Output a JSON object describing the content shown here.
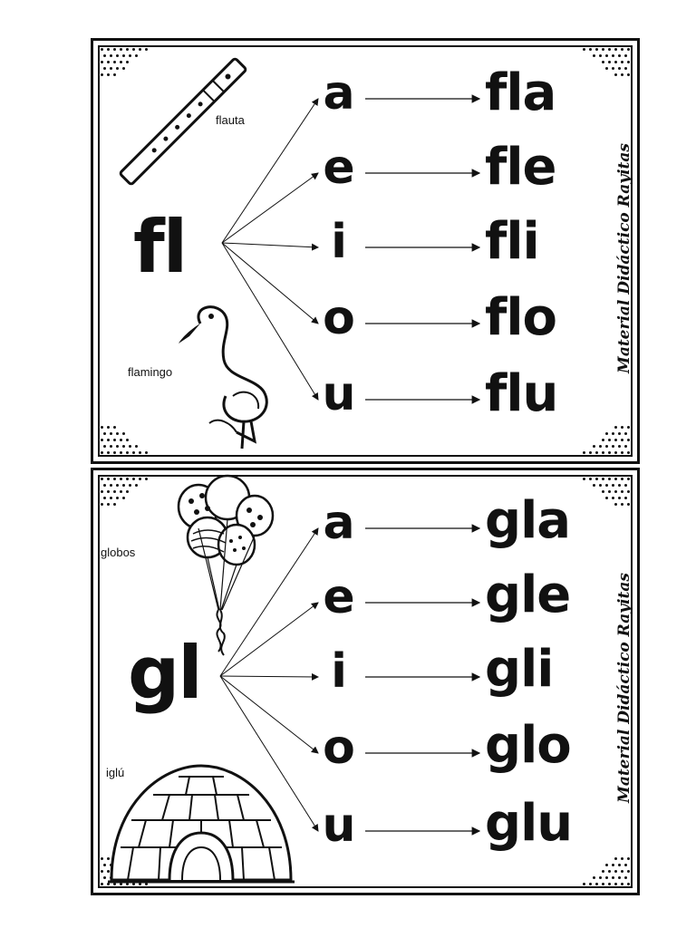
{
  "cards": [
    {
      "consonant": "fl",
      "vowels": [
        "a",
        "e",
        "i",
        "o",
        "u"
      ],
      "syllables": [
        "fla",
        "fle",
        "fli",
        "flo",
        "flu"
      ],
      "picture_words": [
        "flauta",
        "flamingo"
      ],
      "brand": "Material Didáctico Rayitas"
    },
    {
      "consonant": "gl",
      "vowels": [
        "a",
        "e",
        "i",
        "o",
        "u"
      ],
      "syllables": [
        "gla",
        "gle",
        "gli",
        "glo",
        "glu"
      ],
      "picture_words": [
        "globos",
        "iglú"
      ],
      "brand": "Material Didáctico Rayitas"
    }
  ],
  "icons": [
    "flute-icon",
    "flamingo-icon",
    "balloons-icon",
    "igloo-icon"
  ],
  "colors": {
    "ink": "#111111",
    "paper": "#ffffff"
  }
}
